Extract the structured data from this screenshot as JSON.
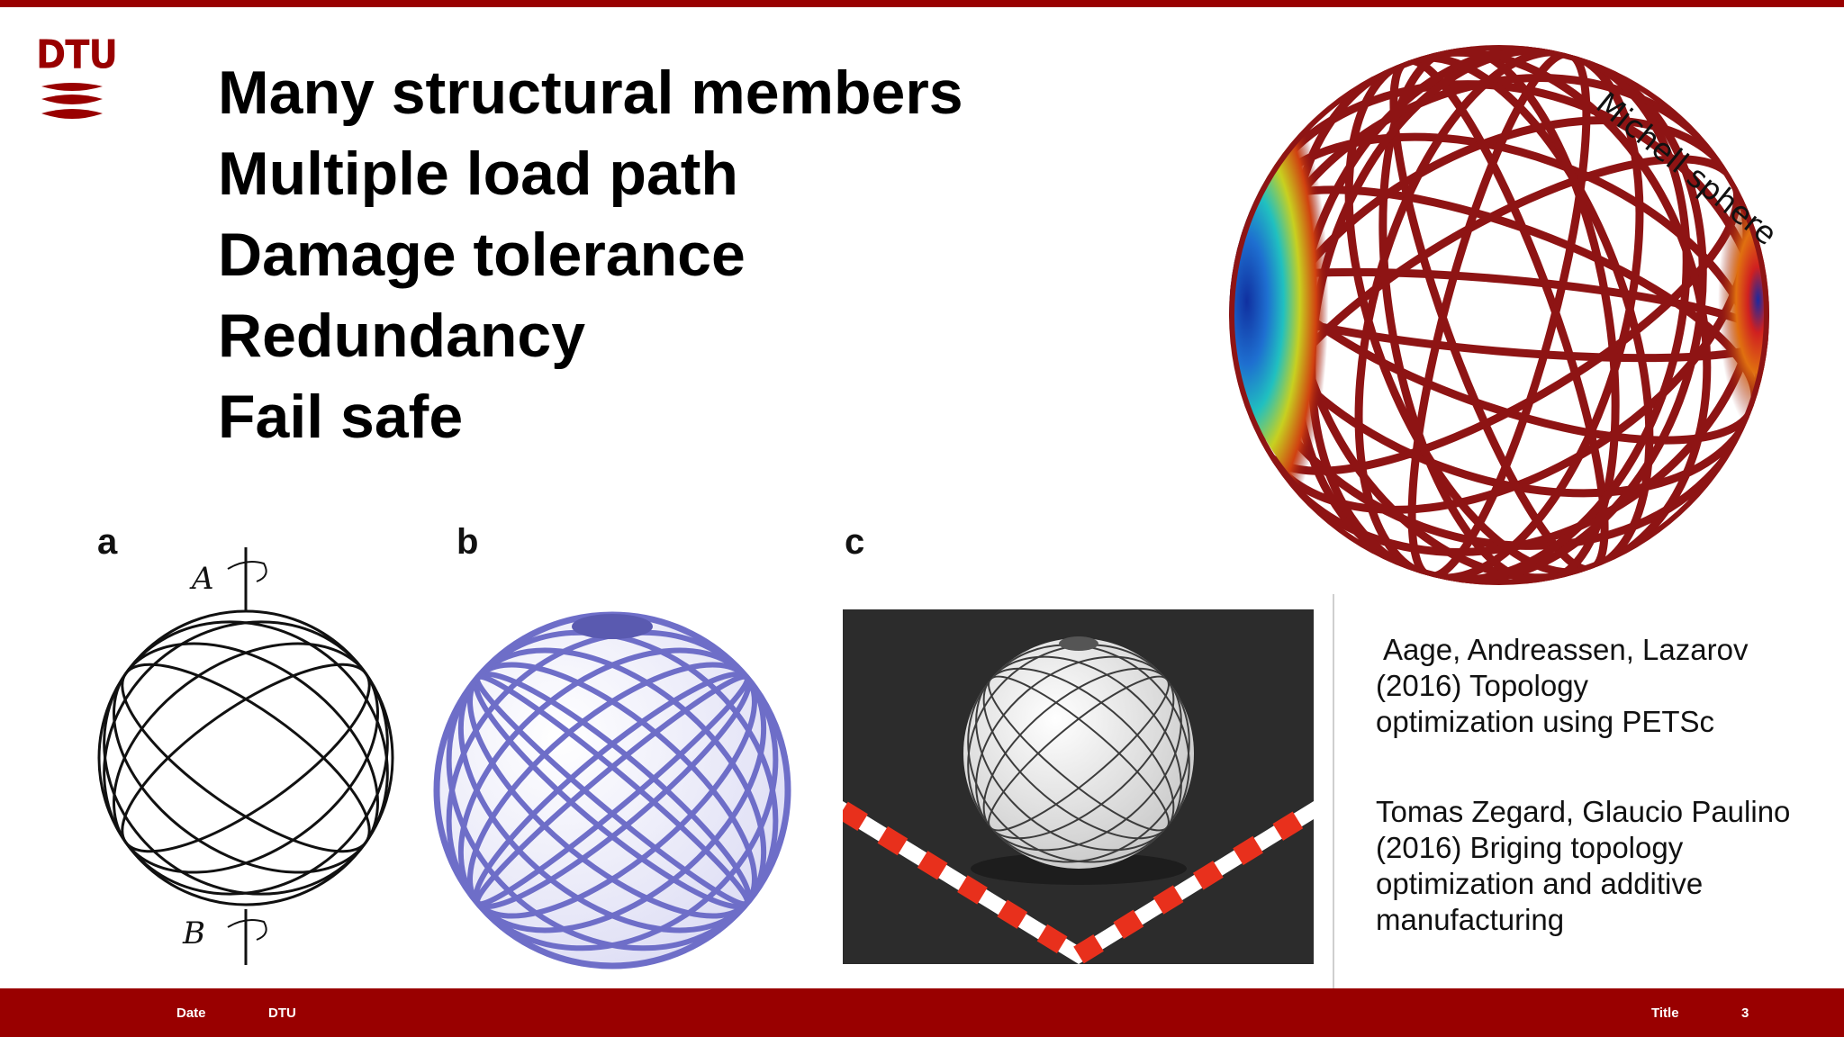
{
  "logo": {
    "text": "DTU"
  },
  "bullets": [
    "Many structural members",
    "Multiple load path",
    "Damage tolerance",
    "Redundancy",
    "Fail safe"
  ],
  "figures": {
    "label_a": "a",
    "label_b": "b",
    "label_c": "c",
    "axis_top": "A",
    "axis_bottom": "B",
    "michell_label": "Michell sphere"
  },
  "references": [
    {
      "line1": "Aage, Andreassen, Lazarov",
      "line2": "(2016) Topology",
      "line3": "optimization using PETSc"
    },
    {
      "line1": "Tomas Zegard, Glaucio Paulino",
      "line2": "(2016) Briging topology",
      "line3": "optimization and additive",
      "line4": "manufacturing"
    }
  ],
  "footer": {
    "date": "Date",
    "org": "DTU",
    "title": "Title",
    "page": "3"
  },
  "colors": {
    "brand": "#990000",
    "sphere_b": "#7b7bd0"
  }
}
